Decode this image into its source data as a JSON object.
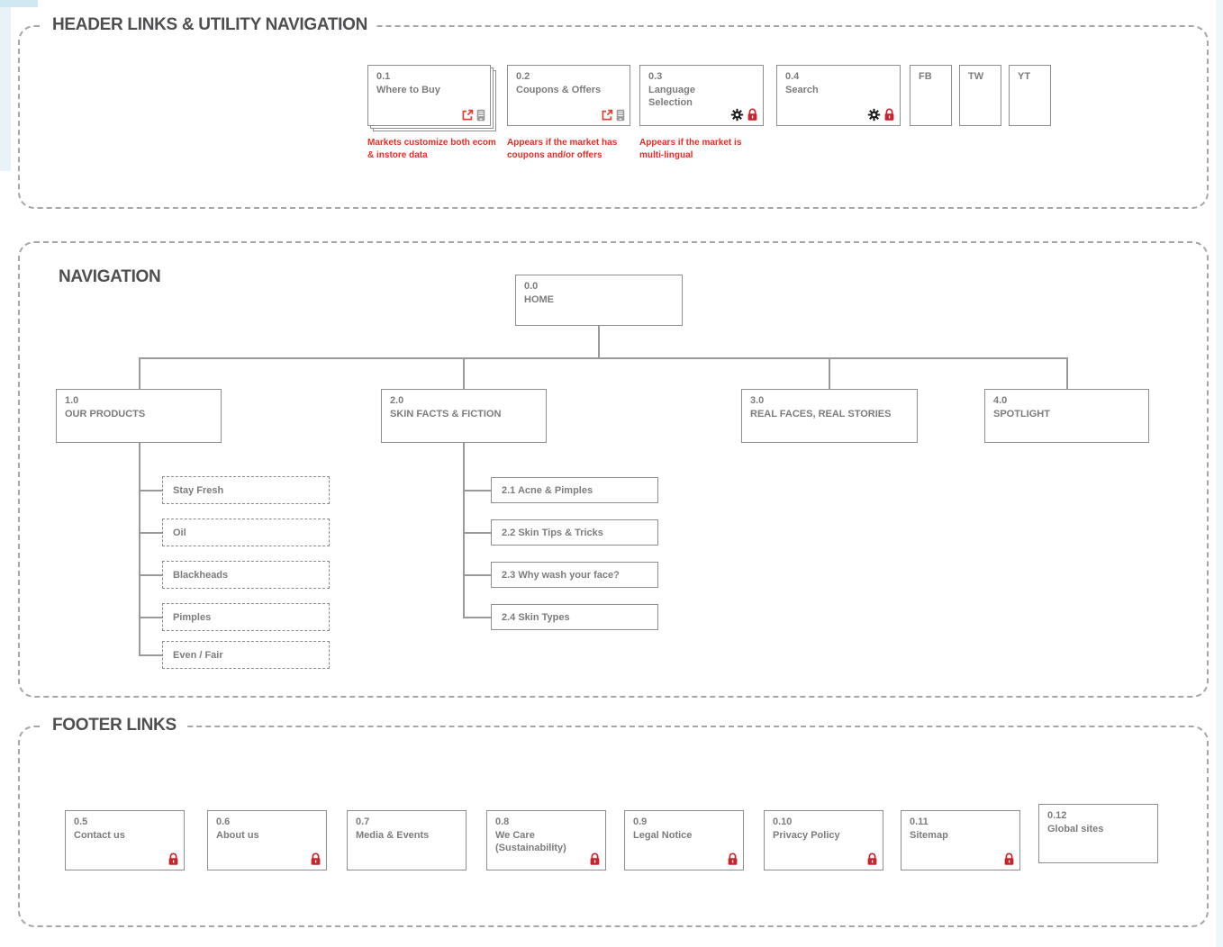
{
  "header": {
    "title": "HEADER LINKS & UTILITY NAVIGATION",
    "items": [
      {
        "id": "0.1",
        "label": "Where to Buy",
        "icons": [
          "external-link",
          "mobile-device"
        ],
        "stacked": true,
        "note": "Markets customize both ecom & instore data"
      },
      {
        "id": "0.2",
        "label": "Coupons & Offers",
        "icons": [
          "external-link",
          "mobile-device"
        ],
        "note": "Appears if the market has coupons and/or offers"
      },
      {
        "id": "0.3",
        "label": "Language Selection",
        "icons": [
          "gear",
          "lock"
        ],
        "note": "Appears if the market is multi-lingual"
      },
      {
        "id": "0.4",
        "label": "Search",
        "icons": [
          "gear",
          "lock"
        ]
      }
    ],
    "social": [
      "FB",
      "TW",
      "YT"
    ]
  },
  "navigation": {
    "title": "NAVIGATION",
    "home": {
      "id": "0.0",
      "label": "HOME"
    },
    "sections": [
      {
        "id": "1.0",
        "label": "OUR PRODUCTS",
        "children_style": "dashed",
        "children": [
          "Stay Fresh",
          "Oil",
          "Blackheads",
          "Pimples",
          "Even / Fair"
        ]
      },
      {
        "id": "2.0",
        "label": "SKIN FACTS & FICTION",
        "children_style": "solid",
        "children": [
          "2.1 Acne & Pimples",
          "2.2 Skin Tips & Tricks",
          "2.3 Why wash your face?",
          "2.4 Skin Types"
        ]
      },
      {
        "id": "3.0",
        "label": "REAL FACES, REAL STORIES",
        "children": []
      },
      {
        "id": "4.0",
        "label": "SPOTLIGHT",
        "children": []
      }
    ]
  },
  "footer": {
    "title": "FOOTER LINKS",
    "items": [
      {
        "id": "0.5",
        "label": "Contact us",
        "lock": true
      },
      {
        "id": "0.6",
        "label": "About us",
        "lock": true
      },
      {
        "id": "0.7",
        "label": "Media & Events",
        "lock": false
      },
      {
        "id": "0.8",
        "label": "We Care (Sustainability)",
        "lock": true
      },
      {
        "id": "0.9",
        "label": "Legal Notice",
        "lock": true
      },
      {
        "id": "0.10",
        "label": "Privacy Policy",
        "lock": true
      },
      {
        "id": "0.11",
        "label": "Sitemap",
        "lock": true
      },
      {
        "id": "0.12",
        "label": "Global sites",
        "lock": false
      }
    ]
  },
  "colors": {
    "annotation_red": "#e03128",
    "lock_red": "#c9232b",
    "external_link_red": "#e04031",
    "box_border_gray": "#8e8e8e",
    "box_text_gray": "#7c7c7e",
    "frame_dash_gray": "#a6a6a6",
    "connector_gray": "#9a9a9a"
  }
}
